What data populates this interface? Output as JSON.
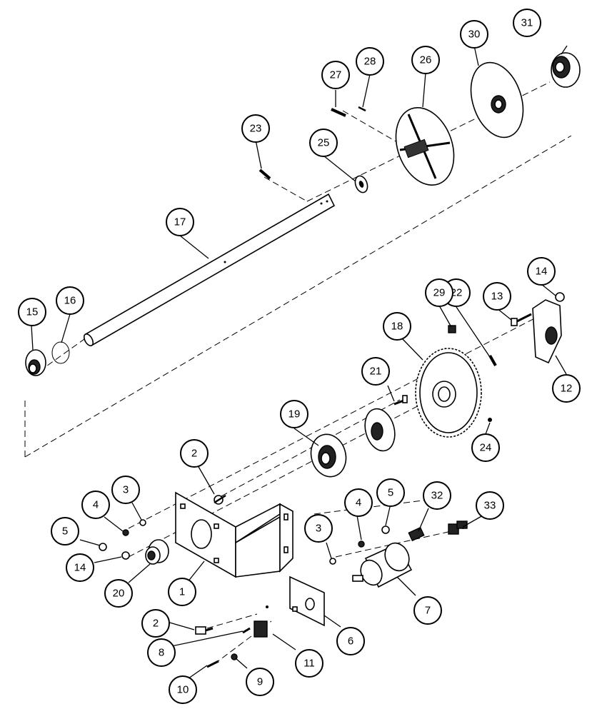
{
  "diagram": {
    "callout_labels": [
      "1",
      "2",
      "2",
      "3",
      "3",
      "4",
      "4",
      "5",
      "5",
      "6",
      "7",
      "8",
      "9",
      "10",
      "11",
      "12",
      "13",
      "14",
      "14",
      "15",
      "16",
      "17",
      "18",
      "19",
      "20",
      "21",
      "22",
      "23",
      "24",
      "25",
      "26",
      "27",
      "28",
      "29",
      "30",
      "31",
      "32",
      "33"
    ]
  }
}
